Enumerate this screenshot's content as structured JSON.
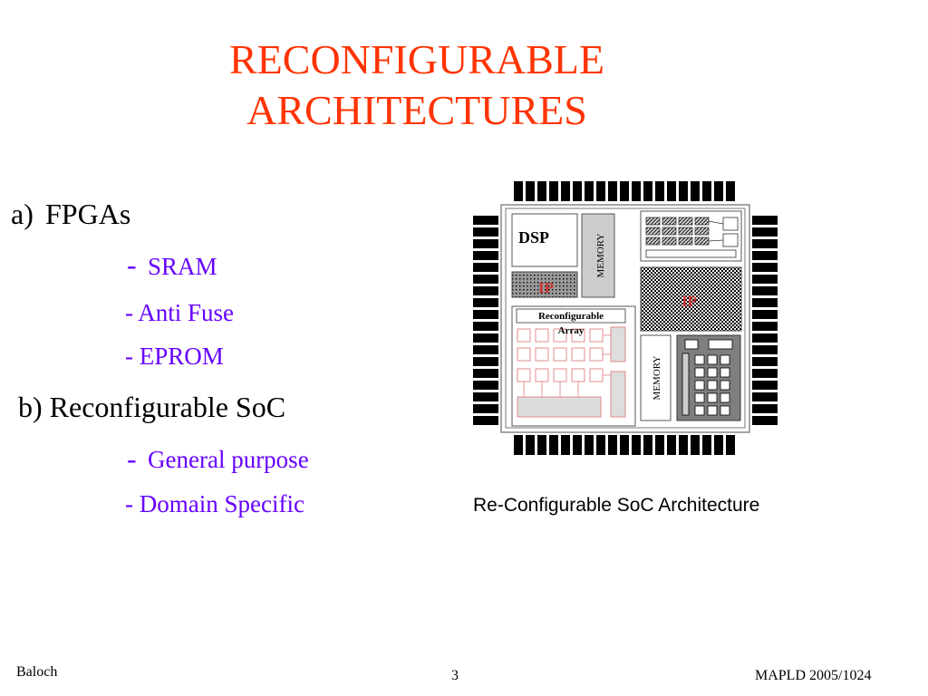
{
  "slide": {
    "title_line1": "RECONFIGURABLE",
    "title_line2": "ARCHITECTURES"
  },
  "bullets": {
    "a_marker": "a)",
    "a_label": "FPGAs",
    "sram_dash": "-",
    "sram": "SRAM",
    "antifuse": "- Anti Fuse",
    "eprom": "- EPROM",
    "b_label": "b) Reconfigurable SoC",
    "gp_dash": "-",
    "gp": "General purpose",
    "domain": "- Domain Specific"
  },
  "diagram": {
    "dsp": "DSP",
    "memory_top": "MEMORY",
    "memory_bottom": "MEMORY",
    "ip_left": "IP",
    "ip_right": "IP",
    "reconf_line1": "Reconfigurable",
    "reconf_line2": "Array",
    "caption": "Re-Configurable SoC Architecture"
  },
  "footer": {
    "author": "Baloch",
    "page": "3",
    "conf": "MAPLD 2005/1024"
  },
  "colors": {
    "title": "#ff3300",
    "sub_items": "#6600ff"
  }
}
